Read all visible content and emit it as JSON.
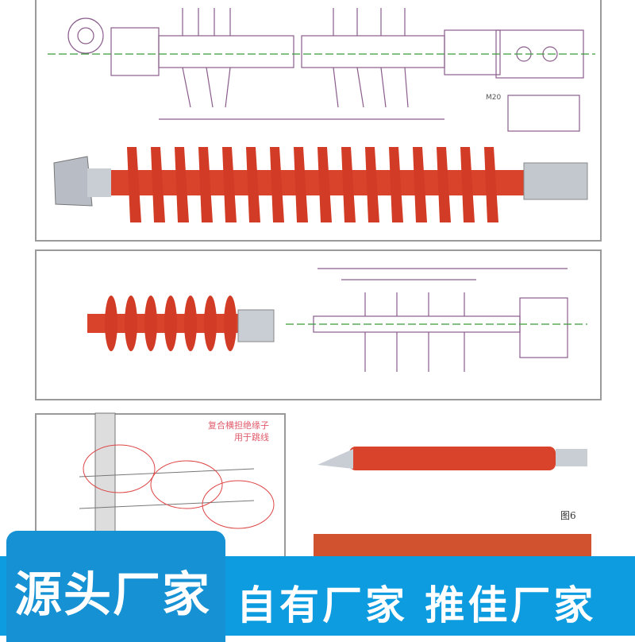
{
  "colors": {
    "banner": "#0d9ce0",
    "tab": "#1591d4",
    "insulator": "#d9432c",
    "drawing": "#8a5c8c"
  },
  "drawing_labels": {
    "bolt": "M20",
    "figure": "图6"
  },
  "annotation": {
    "line1": "复合横担绝缘子",
    "line2": "用于跳线"
  },
  "banner": {
    "tab_label": "源头厂家",
    "slogan": "自有厂家  推佳厂家"
  }
}
